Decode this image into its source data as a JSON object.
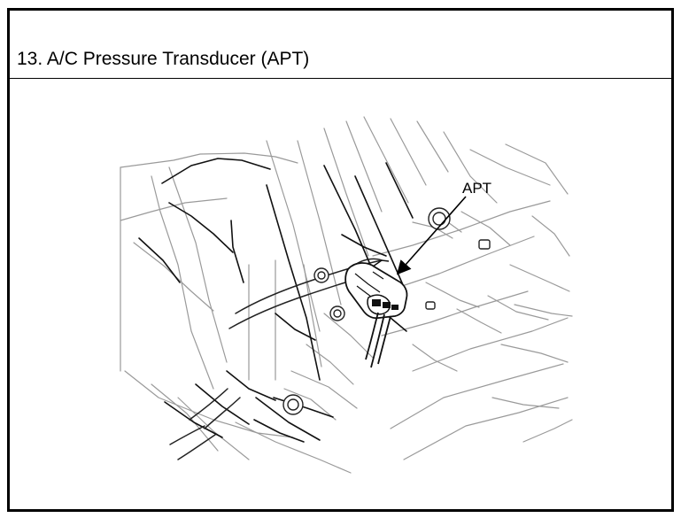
{
  "page": {
    "title": "13. A/C Pressure Transducer (APT)"
  },
  "diagram": {
    "callout": "APT",
    "icons": {
      "illustration": "engine-bay-line-drawing",
      "component": "pressure-transducer-connector",
      "pointer": "callout-arrow"
    },
    "colors": {
      "line": "#000000",
      "light_line": "#9a9a9a",
      "background": "#ffffff"
    }
  }
}
